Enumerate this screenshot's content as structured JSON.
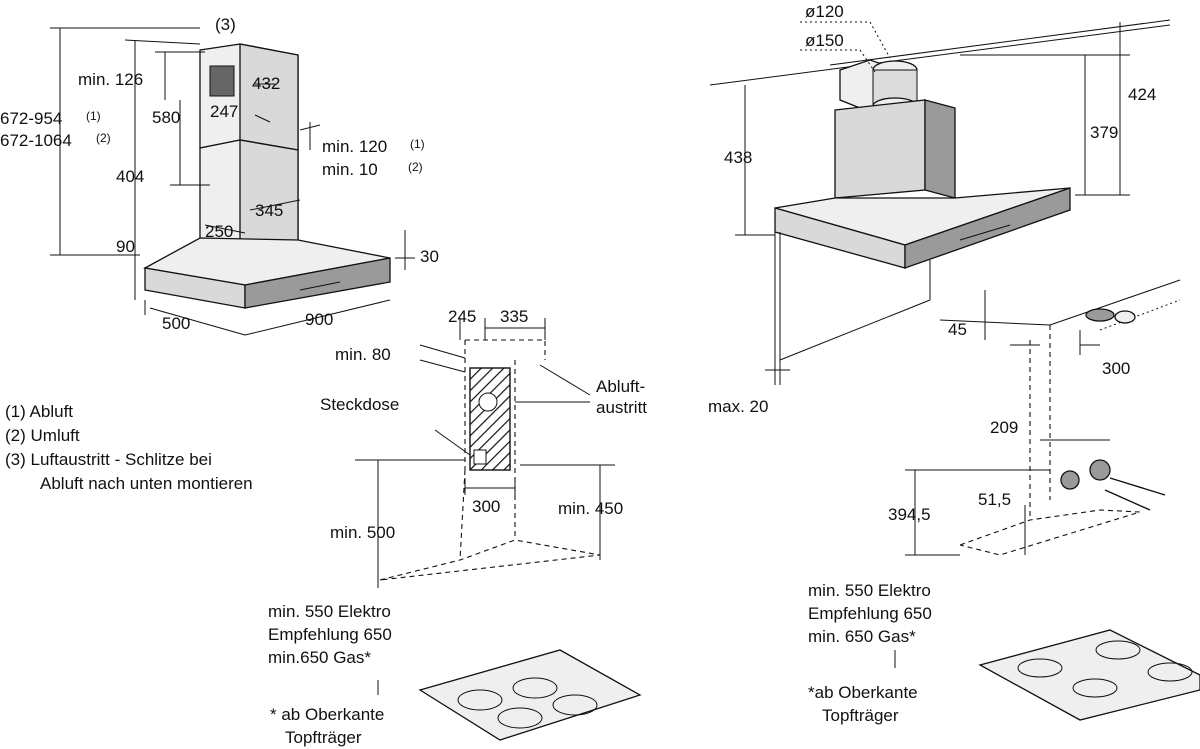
{
  "left_hood": {
    "dims": {
      "min_126": "min. 126",
      "h_580": "580",
      "h_404": "404",
      "h_90": "90",
      "total_1": "672-954",
      "total_2": "672-1064",
      "mark_1": "(1)",
      "mark_2": "(2)",
      "mark_3": "(3)",
      "w_432": "432",
      "w_247": "247",
      "min_120": "min. 120",
      "min_10": "min. 10",
      "w_345": "345",
      "w_250": "250",
      "t_30": "30",
      "d_500": "500",
      "w_900": "900"
    }
  },
  "legend": {
    "line1": "(1) Abluft",
    "line2": "(2) Umluft",
    "line3": "(3) Luftaustritt - Schlitze bei",
    "line4": "Abluft nach unten montieren"
  },
  "wall_view": {
    "d_245": "245",
    "d_335": "335",
    "min_80": "min. 80",
    "steckdose": "Steckdose",
    "abluft1": "Abluft-",
    "abluft2": "austritt",
    "d_300": "300",
    "min_450": "min. 450",
    "min_500": "min. 500",
    "note1": "min. 550 Elektro",
    "note2": "Empfehlung 650",
    "note3": "min.650 Gas*",
    "foot1": "* ab Oberkante",
    "foot2": "Topfträger"
  },
  "right_hood": {
    "d120": "ø120",
    "d150": "ø150",
    "h_438": "438",
    "h_424": "424",
    "h_379": "379",
    "max_20": "max. 20"
  },
  "right_detail": {
    "d_45": "45",
    "d_300": "300",
    "d_209": "209",
    "d_394": "394,5",
    "d_51": "51,5",
    "note1": "min. 550 Elektro",
    "note2": "Empfehlung 650",
    "note3": "min. 650 Gas*",
    "foot1": "*ab Oberkante",
    "foot2": "Topfträger"
  }
}
